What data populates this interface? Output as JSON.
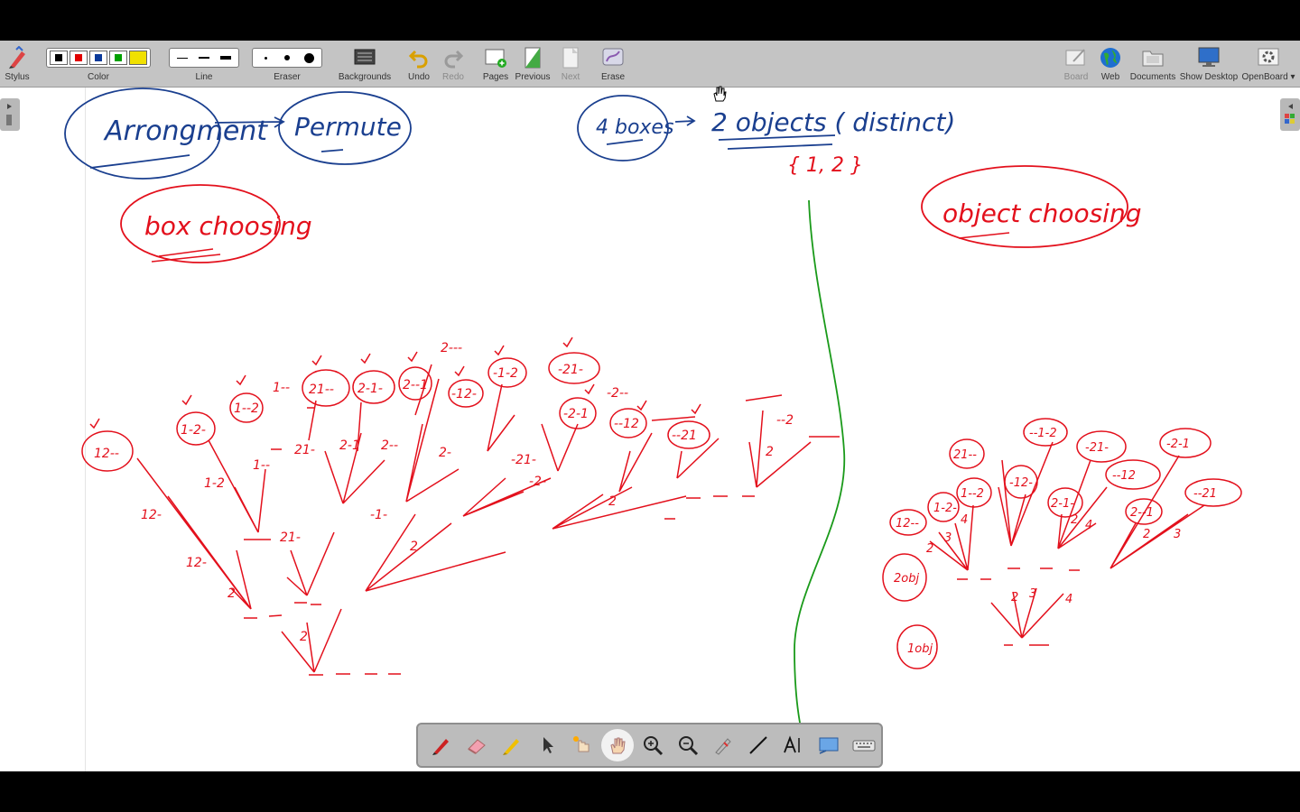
{
  "toolbar": {
    "stylus": "Stylus",
    "color": "Color",
    "line": "Line",
    "eraser": "Eraser",
    "backgrounds": "Backgrounds",
    "undo": "Undo",
    "redo": "Redo",
    "pages": "Pages",
    "previous": "Previous",
    "next": "Next",
    "erase": "Erase",
    "board": "Board",
    "web": "Web",
    "documents": "Documents",
    "show_desktop": "Show Desktop",
    "openboard": "OpenBoard",
    "colors": [
      "#000000",
      "#e00000",
      "#0b3a9a",
      "#00a000",
      "#f0e000"
    ]
  },
  "ink_colors": {
    "blue": "#1a3f8f",
    "red": "#e3101c",
    "green": "#1a9a1a"
  },
  "board": {
    "arrangement": "Arrongment",
    "permute": "Permute",
    "four_boxes": "4 boxes",
    "two_objects": "2 objects ( distinct)",
    "set": "{ 1, 2 }",
    "box_choose": "box choosing",
    "object_choose": "object choosing",
    "obj2": "2obj",
    "obj1": "1obj"
  },
  "floating_toolbar": {
    "tools": [
      "pen-icon",
      "eraser-icon",
      "marker-icon",
      "pointer-icon",
      "laser-icon",
      "hand-icon",
      "zoom-in-icon",
      "zoom-out-icon",
      "capture-pen-icon",
      "line-icon",
      "text-icon",
      "capture-icon",
      "keyboard-icon"
    ]
  }
}
